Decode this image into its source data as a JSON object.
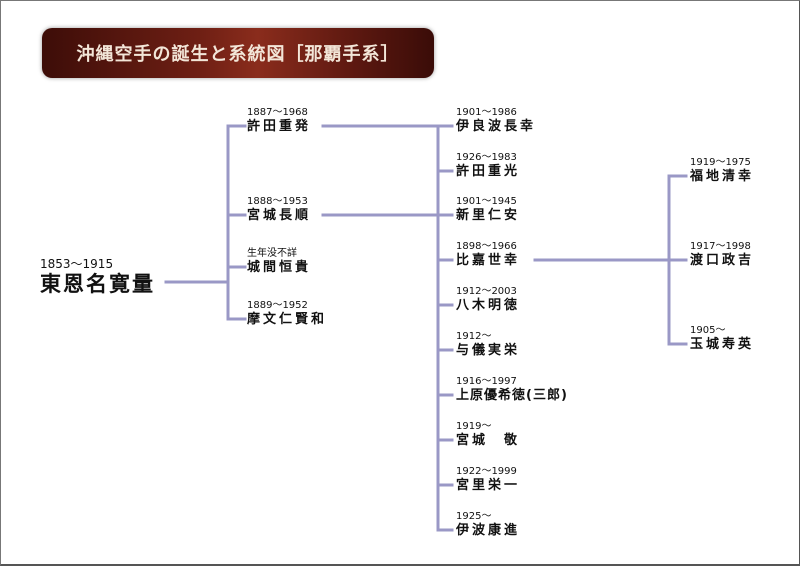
{
  "title": "沖縄空手の誕生と系統図［那覇手系］",
  "colors": {
    "line": "#9a98c6",
    "banner": "#6e1f14",
    "banner_text": "#f3e6d8"
  },
  "root": {
    "years": "1853〜1915",
    "name": "東恩名寛量"
  },
  "gen1": [
    {
      "years": "1887〜1968",
      "name": "許田重発"
    },
    {
      "years": "1888〜1953",
      "name": "宮城長順"
    },
    {
      "years": "生年没不詳",
      "name": "城間恒貴"
    },
    {
      "years": "1889〜1952",
      "name": "摩文仁賢和"
    }
  ],
  "gen2": [
    {
      "years": "1901〜1986",
      "name": "伊良波長幸"
    },
    {
      "years": "1926〜1983",
      "name": "許田重光"
    },
    {
      "years": "1901〜1945",
      "name": "新里仁安"
    },
    {
      "years": "1898〜1966",
      "name": "比嘉世幸"
    },
    {
      "years": "1912〜2003",
      "name": "八木明徳"
    },
    {
      "years": "1912〜",
      "name": "与儀実栄"
    },
    {
      "years": "1916〜1997",
      "name": "上原優希徳(三郎)"
    },
    {
      "years": "1919〜",
      "name": "宮城　敬"
    },
    {
      "years": "1922〜1999",
      "name": "宮里栄一"
    },
    {
      "years": "1925〜",
      "name": "伊波康進"
    }
  ],
  "gen3": [
    {
      "years": "1919〜1975",
      "name": "福地清幸"
    },
    {
      "years": "1917〜1998",
      "name": "渡口政吉"
    },
    {
      "years": "1905〜",
      "name": "玉城寿英"
    }
  ]
}
